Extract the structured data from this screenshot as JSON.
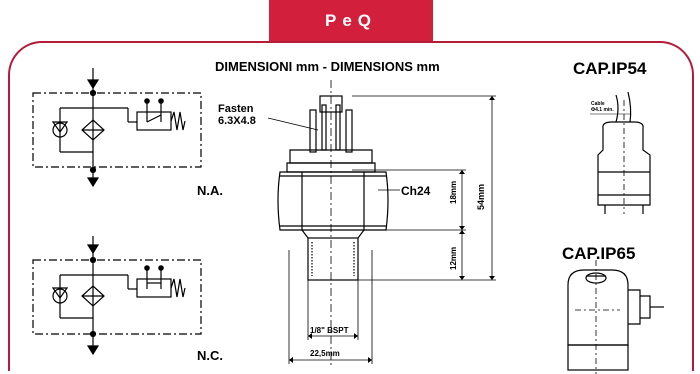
{
  "header": {
    "tab_title": "PeQ"
  },
  "dimensions": {
    "title": "DIMENSIONI mm - DIMENSIONS mm",
    "fasten_label": "Fasten\n6.3X4.8",
    "hex_label": "Ch24",
    "dim_18": "18mm",
    "dim_54": "54mm",
    "dim_12": "12mm",
    "thread_label": "1/8\" BSPT",
    "width_label": "22,5mm"
  },
  "schematics": {
    "normally_open": "N.A.",
    "normally_closed": "N.C."
  },
  "caps": {
    "ip54_title": "CAP.IP54",
    "ip54_cable_label": "Cable\nΦ4.1 min.",
    "ip65_title": "CAP.IP65"
  },
  "colors": {
    "accent": "#d21f3c",
    "frame": "#b51c3a"
  }
}
